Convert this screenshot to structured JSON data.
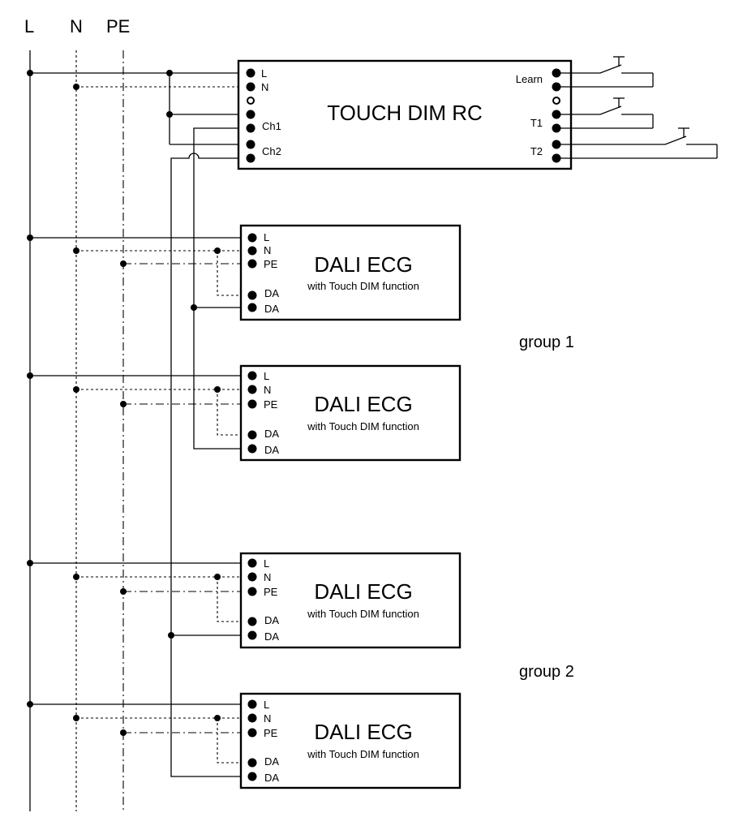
{
  "buses": {
    "l": "L",
    "n": "N",
    "pe": "PE"
  },
  "controller": {
    "title": "TOUCH DIM RC",
    "left_pins": {
      "l": "L",
      "n": "N",
      "ch1": "Ch1",
      "ch2": "Ch2"
    },
    "right_pins": {
      "learn": "Learn",
      "t1": "T1",
      "t2": "T2"
    }
  },
  "ecg": [
    {
      "title": "DALI ECG",
      "subtitle": "with Touch DIM function",
      "pins": {
        "l": "L",
        "n": "N",
        "pe": "PE",
        "da1": "DA",
        "da2": "DA"
      }
    },
    {
      "title": "DALI ECG",
      "subtitle": "with Touch DIM function",
      "pins": {
        "l": "L",
        "n": "N",
        "pe": "PE",
        "da1": "DA",
        "da2": "DA"
      }
    },
    {
      "title": "DALI ECG",
      "subtitle": "with Touch DIM function",
      "pins": {
        "l": "L",
        "n": "N",
        "pe": "PE",
        "da1": "DA",
        "da2": "DA"
      }
    },
    {
      "title": "DALI ECG",
      "subtitle": "with Touch DIM function",
      "pins": {
        "l": "L",
        "n": "N",
        "pe": "PE",
        "da1": "DA",
        "da2": "DA"
      }
    }
  ],
  "groups": [
    "group 1",
    "group 2"
  ]
}
